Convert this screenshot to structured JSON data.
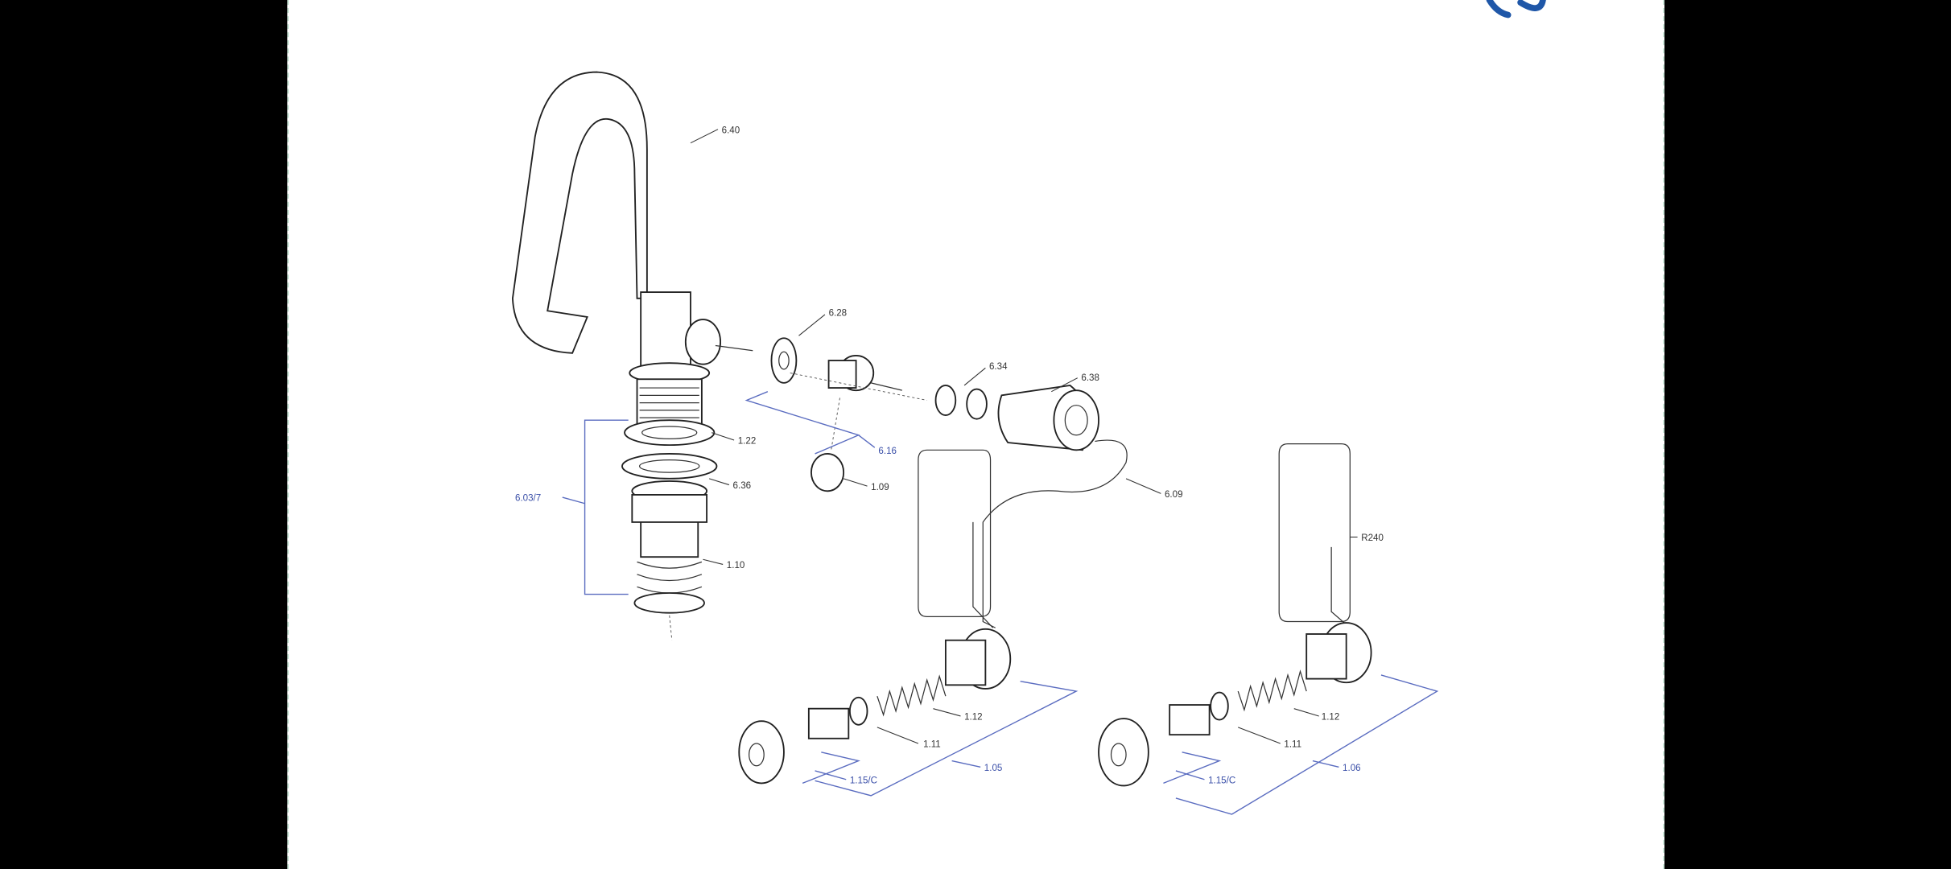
{
  "document": {
    "brand_color": "#1f57a8",
    "accent_color": "#3a4fa8",
    "logo": "brand-logo",
    "callouts": {
      "spout": "6.40",
      "cap": "6.28",
      "oring_small": "6.34",
      "cartridge": "6.38",
      "washer_top": "1.22",
      "handle_kit": "6.16",
      "plug": "1.09",
      "washer_mid": "6.36",
      "body_kit": "6.03/7",
      "hose": "6.09",
      "frame": "R240",
      "nut": "1.10",
      "spring_left": "1.12",
      "spring_right": "1.12",
      "seal_left": "1.11",
      "seal_right": "1.11",
      "assembly_left": "1.05",
      "assembly_right": "1.06",
      "button_left": "1.15/C",
      "button_right": "1.15/C"
    }
  }
}
